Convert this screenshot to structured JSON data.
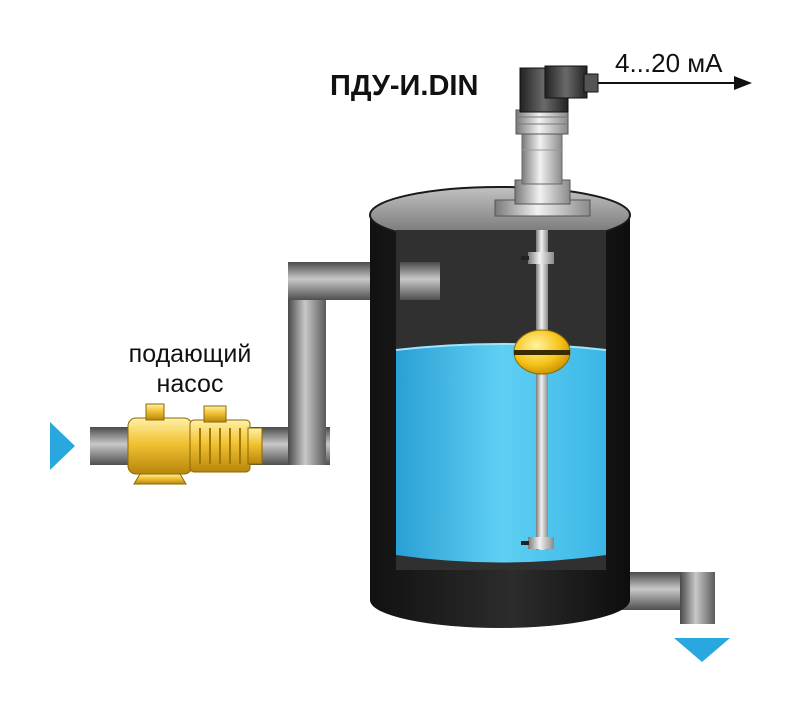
{
  "sensor": {
    "model": "ПДУ-И.DIN",
    "output_signal": "4...20 мА"
  },
  "pump": {
    "label_line1": "подающий",
    "label_line2": "насос"
  },
  "colors": {
    "water": "#45c6ef",
    "flow_arrow": "#29a8e0",
    "pump_brass": "#f2c233",
    "float": "#f7c41a",
    "pipe": "#777777",
    "tank": "#1a1a1a"
  },
  "icons": {
    "inlet_arrow": "triangle-right-icon",
    "outlet_arrow": "triangle-down-icon",
    "signal_arrow": "arrow-right-icon"
  }
}
